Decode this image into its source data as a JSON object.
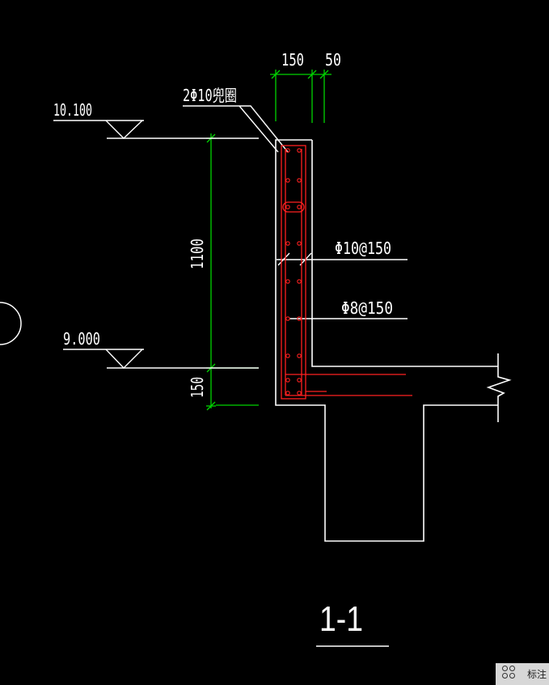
{
  "section_title": "1-1",
  "annotations": {
    "dim_top_wall": "150",
    "dim_top_cover": "50",
    "ring_beam_rebar": "2Φ10兜圈",
    "elev_top": "10.100",
    "elev_floor": "9.000",
    "dim_height": "1100",
    "dim_slab": "150",
    "rebar_vertical": "Φ10@150",
    "rebar_horizontal": "Φ8@150"
  },
  "toolbar": {
    "annotate_label": "标注",
    "annotate_icon": "grid-circles-icon"
  },
  "colors": {
    "background": "#000000",
    "outline": "#ffffff",
    "dimension": "#00d400",
    "rebar": "#ff2020"
  }
}
